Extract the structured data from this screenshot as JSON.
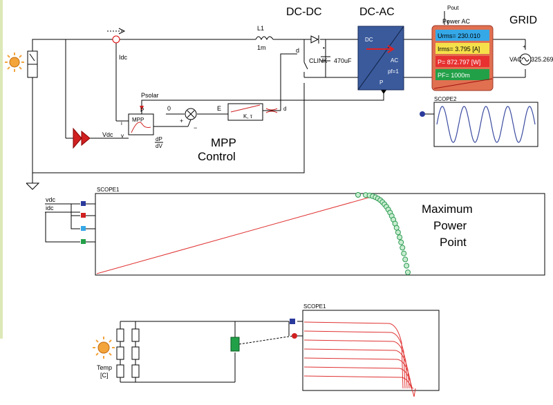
{
  "sections": {
    "dcdc": "DC-DC",
    "dcac": "DC-AC",
    "grid": "GRID",
    "mpp_control_line1": "MPP",
    "mpp_control_line2": "Control",
    "max_power_line1": "Maximum",
    "max_power_line2": "Power",
    "max_power_line3": "Point"
  },
  "labels": {
    "idc": "Idc",
    "l1": "L1",
    "l1_val": "1m",
    "d": "d",
    "clink": "CLINK",
    "clink_val": "470uF",
    "dc": "DC",
    "ac": "AC",
    "pf": "pf=1",
    "p": "P",
    "pout": "Pout",
    "power_ac": "Power AC",
    "vac": "VAC",
    "vac_val": "325.269",
    "psolar": "Psolar",
    "zero": "0",
    "e": "E",
    "mpp": "MPP",
    "mpp_p": "P",
    "mpp_i": "i",
    "mpp_v": "v",
    "vdc": "Vdc",
    "dpdv_num": "dP",
    "dpdv_den": "dV",
    "plus": "+",
    "minus": "−",
    "d2": "d",
    "scope2": "SCOPE2",
    "scope1": "SCOPE1",
    "scope1b": "SCOPE1",
    "vdc_in": "vdc",
    "idc_in": "idc",
    "temp": "Temp",
    "temp_unit": "[C]"
  },
  "power_meter": {
    "urms": "Urms= 230.010",
    "irms": "Irms= 3.795 [A]",
    "p": "P= 872.797 [W]",
    "pf": "PF= 1000m",
    "colors": {
      "urms": "#35a8e8",
      "irms": "#f5e04a",
      "p": "#e83030",
      "pf": "#22a048",
      "frame": "#e07050"
    }
  }
}
